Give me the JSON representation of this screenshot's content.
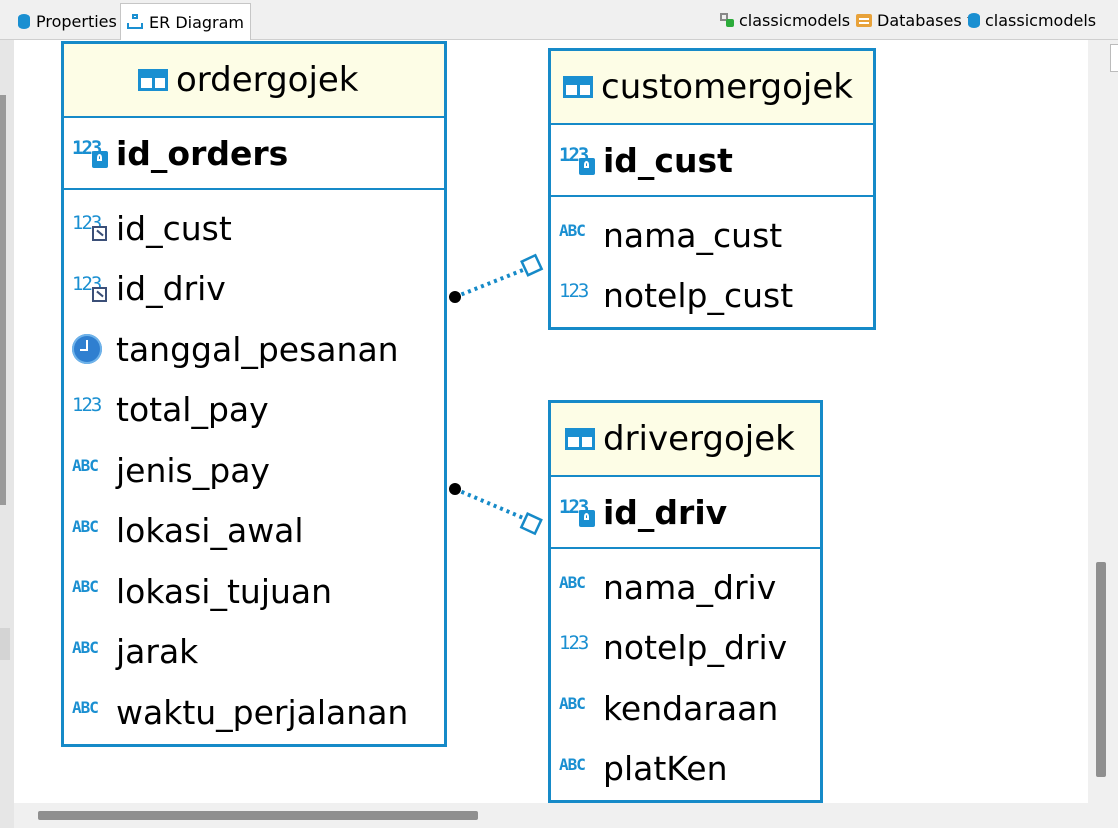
{
  "tabs": {
    "properties_label": "Properties",
    "er_label": "ER Diagram"
  },
  "breadcrumb": {
    "connection_label": "classicmodels",
    "databases_label": "Databases",
    "schema_label": "classicmodels"
  },
  "entities": {
    "ordergojek": {
      "title": "ordergojek",
      "pk": {
        "name": "id_orders",
        "type_icon": "123-key-icon"
      },
      "columns": [
        {
          "name": "id_cust",
          "type_icon": "123-fk-icon"
        },
        {
          "name": "id_driv",
          "type_icon": "123-fk-icon"
        },
        {
          "name": "tanggal_pesanan",
          "type_icon": "clock-icon"
        },
        {
          "name": "total_pay",
          "type_icon": "123-icon"
        },
        {
          "name": "jenis_pay",
          "type_icon": "abc-icon"
        },
        {
          "name": "lokasi_awal",
          "type_icon": "abc-icon"
        },
        {
          "name": "lokasi_tujuan",
          "type_icon": "abc-icon"
        },
        {
          "name": "jarak",
          "type_icon": "abc-icon"
        },
        {
          "name": "waktu_perjalanan",
          "type_icon": "abc-icon"
        }
      ]
    },
    "customergojek": {
      "title": "customergojek",
      "pk": {
        "name": "id_cust",
        "type_icon": "123-key-icon"
      },
      "columns": [
        {
          "name": "nama_cust",
          "type_icon": "abc-icon"
        },
        {
          "name": "notelp_cust",
          "type_icon": "123-icon"
        }
      ]
    },
    "drivergojek": {
      "title": "drivergojek",
      "pk": {
        "name": "id_driv",
        "type_icon": "123-key-icon"
      },
      "columns": [
        {
          "name": "nama_driv",
          "type_icon": "abc-icon"
        },
        {
          "name": "notelp_driv",
          "type_icon": "123-icon"
        },
        {
          "name": "kendaraan",
          "type_icon": "abc-icon"
        },
        {
          "name": "platKen",
          "type_icon": "abc-icon"
        }
      ]
    }
  },
  "icon_text": {
    "num": "123",
    "abc": "ABC"
  },
  "relationships": [
    {
      "from": "ordergojek",
      "to": "customergojek"
    },
    {
      "from": "ordergojek",
      "to": "drivergojek"
    }
  ],
  "colors": {
    "entity_border": "#168ac8",
    "header_bg": "#fdfde6",
    "link": "#168ac8"
  }
}
